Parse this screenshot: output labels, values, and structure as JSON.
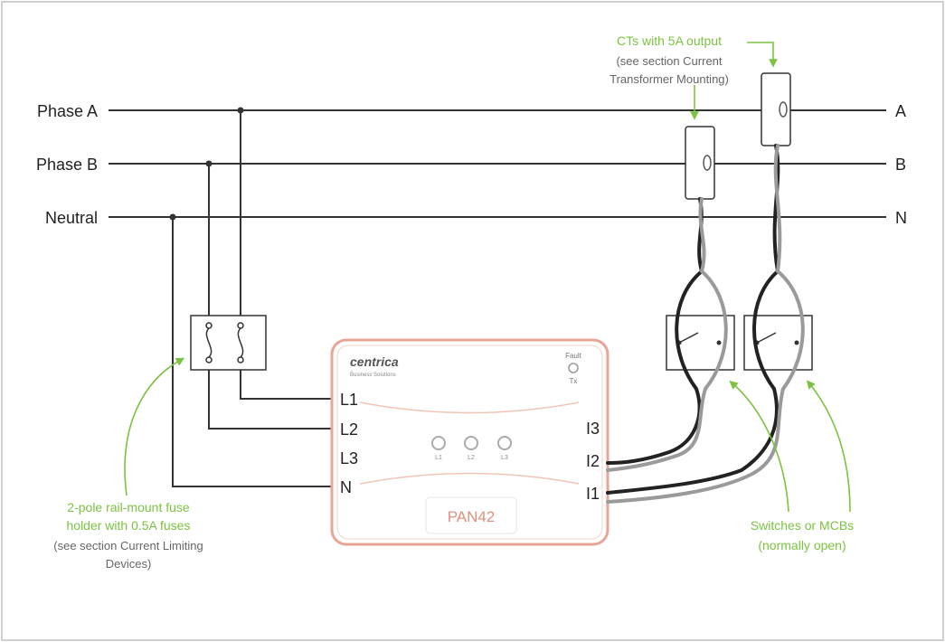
{
  "lines": {
    "phase_a_left": "Phase A",
    "phase_b_left": "Phase B",
    "neutral_left": "Neutral",
    "phase_a_right": "A",
    "phase_b_right": "B",
    "neutral_right": "N"
  },
  "device": {
    "brand": "centrica",
    "brand_sub": "Business Solutions",
    "fault_label": "Fault",
    "tx_label": "Tx",
    "terminals": [
      "L1",
      "L2",
      "L3",
      "N"
    ],
    "ct_inputs": [
      "I3",
      "I2",
      "I1"
    ],
    "leds": [
      "L1",
      "L2",
      "L3"
    ],
    "model": "PAN42"
  },
  "annotations": {
    "ct_title": "CTs with 5A output",
    "ct_note_line1": "(see section Current",
    "ct_note_line2": "Transformer Mounting)",
    "fuse_title_line1": "2-pole rail-mount fuse",
    "fuse_title_line2": "holder with 0.5A fuses",
    "fuse_note_line1": "(see section Current Limiting",
    "fuse_note_line2": "Devices)",
    "switch_line1": "Switches or MCBs",
    "switch_line2": "(normally open)"
  },
  "colors": {
    "wire": "#333333",
    "annotation_green": "#7cc242",
    "device_border": "#e8a596",
    "note_gray": "#666666"
  }
}
